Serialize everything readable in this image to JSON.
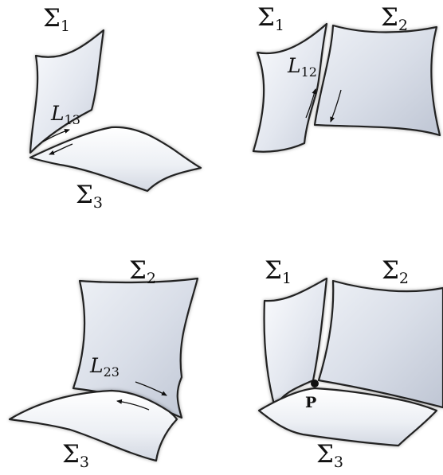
{
  "panels": {
    "top_left": {
      "sigma_1": {
        "main": "Σ",
        "sub": "1"
      },
      "sigma_3": {
        "main": "Σ",
        "sub": "3"
      },
      "curve": {
        "main": "L",
        "sub": "13"
      }
    },
    "top_right": {
      "sigma_1": {
        "main": "Σ",
        "sub": "1"
      },
      "sigma_2": {
        "main": "Σ",
        "sub": "2"
      },
      "curve": {
        "main": "L",
        "sub": "12"
      }
    },
    "bottom_left": {
      "sigma_2": {
        "main": "Σ",
        "sub": "2"
      },
      "sigma_3": {
        "main": "Σ",
        "sub": "3"
      },
      "curve": {
        "main": "L",
        "sub": "23"
      }
    },
    "bottom_right": {
      "sigma_1": {
        "main": "Σ",
        "sub": "1"
      },
      "sigma_2": {
        "main": "Σ",
        "sub": "2"
      },
      "sigma_3": {
        "main": "Σ",
        "sub": "3"
      },
      "point": "P"
    }
  },
  "colors": {
    "sheet_fill_light": "#f7f8fb",
    "sheet_fill_dark": "#c9cfdc",
    "outline": "#222222",
    "background": "#ffffff"
  }
}
